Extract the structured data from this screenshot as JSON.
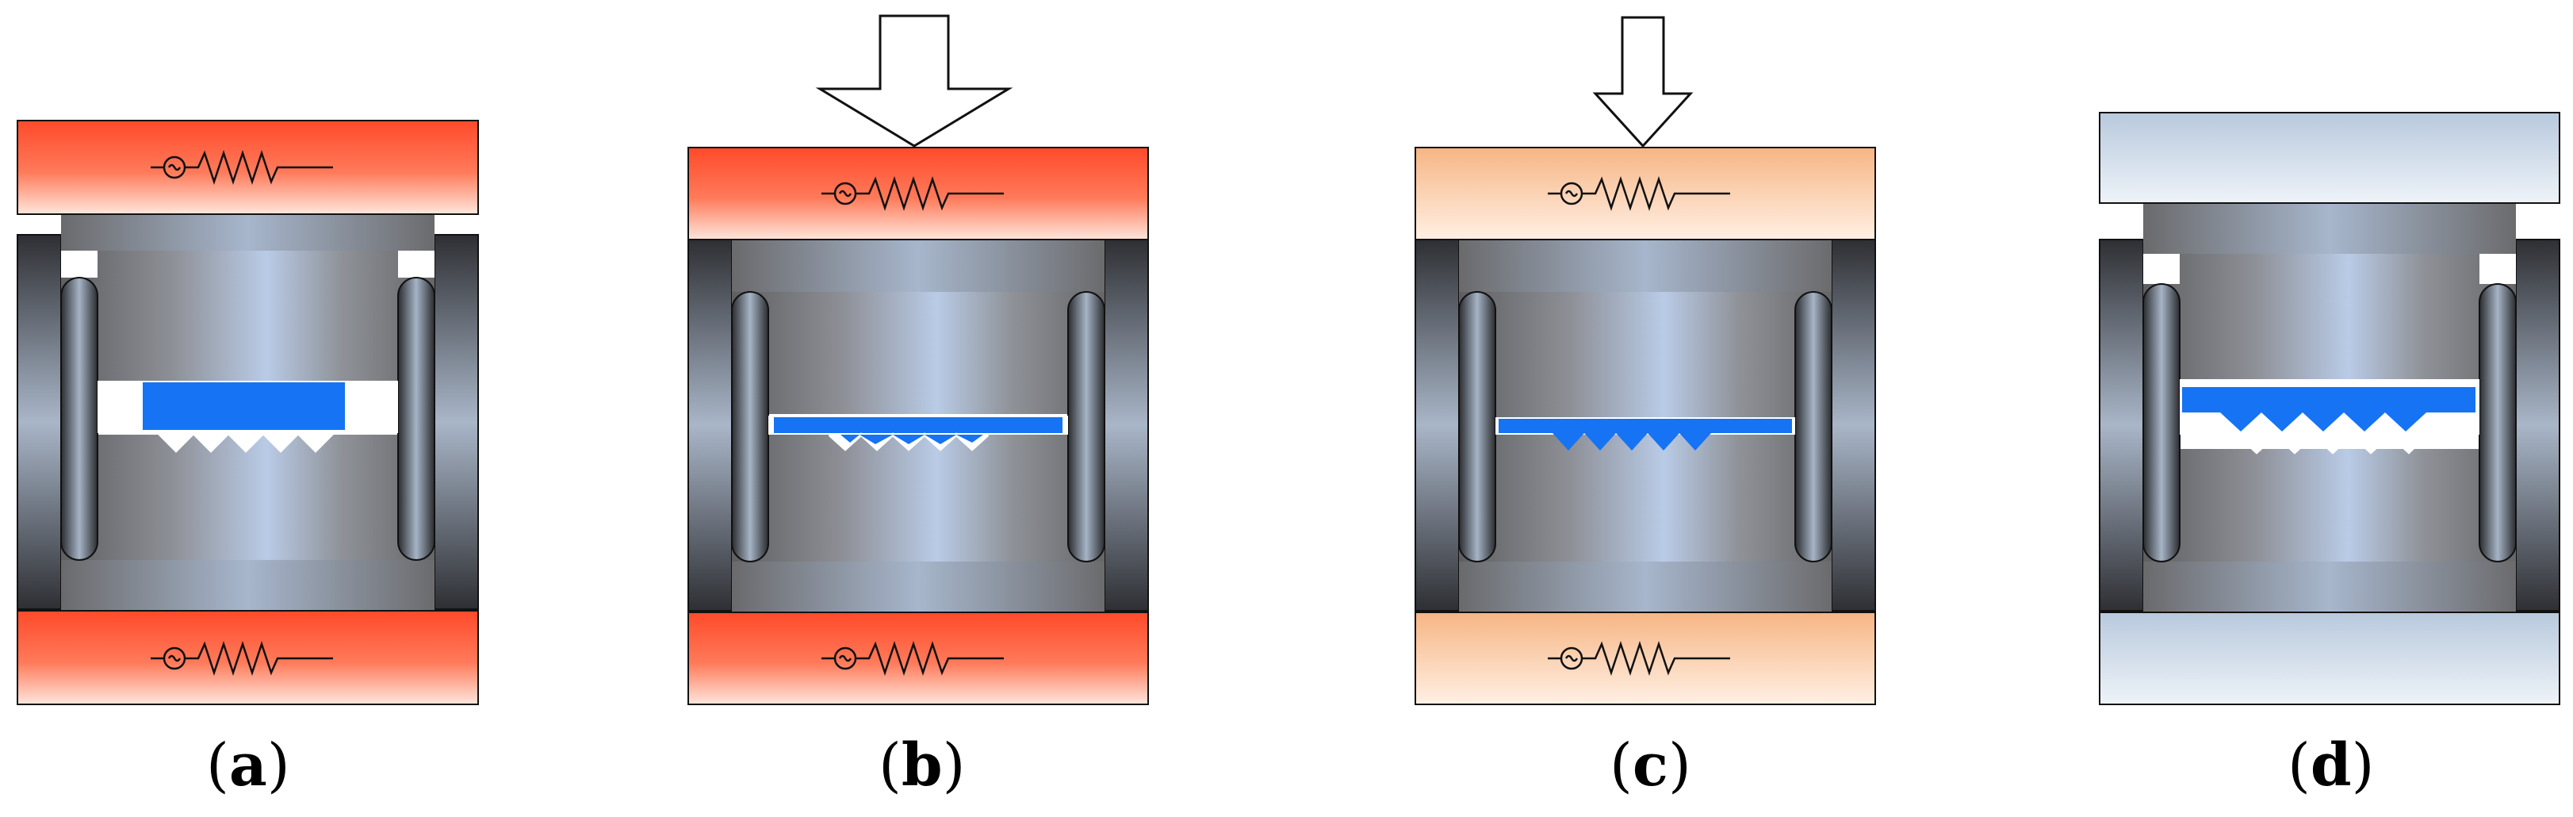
{
  "figure": {
    "panels": [
      {
        "id": "a",
        "label": "a",
        "plate_state": "hot",
        "press_arrow": false,
        "sheet_state": "unformed"
      },
      {
        "id": "b",
        "label": "b",
        "plate_state": "hot",
        "press_arrow": true,
        "arrow_size": "large",
        "sheet_state": "forming"
      },
      {
        "id": "c",
        "label": "c",
        "plate_state": "warm",
        "press_arrow": true,
        "arrow_size": "small",
        "sheet_state": "formed"
      },
      {
        "id": "d",
        "label": "d",
        "plate_state": "cold",
        "press_arrow": false,
        "sheet_state": "demolded"
      }
    ],
    "colors": {
      "hot_plate": "#ff5a3a",
      "warm_plate": "#f8c49a",
      "cold_plate": "#c4d4e4",
      "polymer_sheet": "#1673f3",
      "die_light": "#b7c9e3",
      "die_dark": "#6c6c6c",
      "sleeve_dark": "#3a3c40"
    },
    "icons": [
      "heater-resistor-symbol",
      "press-arrow",
      "microstructure-mold-teeth"
    ]
  }
}
